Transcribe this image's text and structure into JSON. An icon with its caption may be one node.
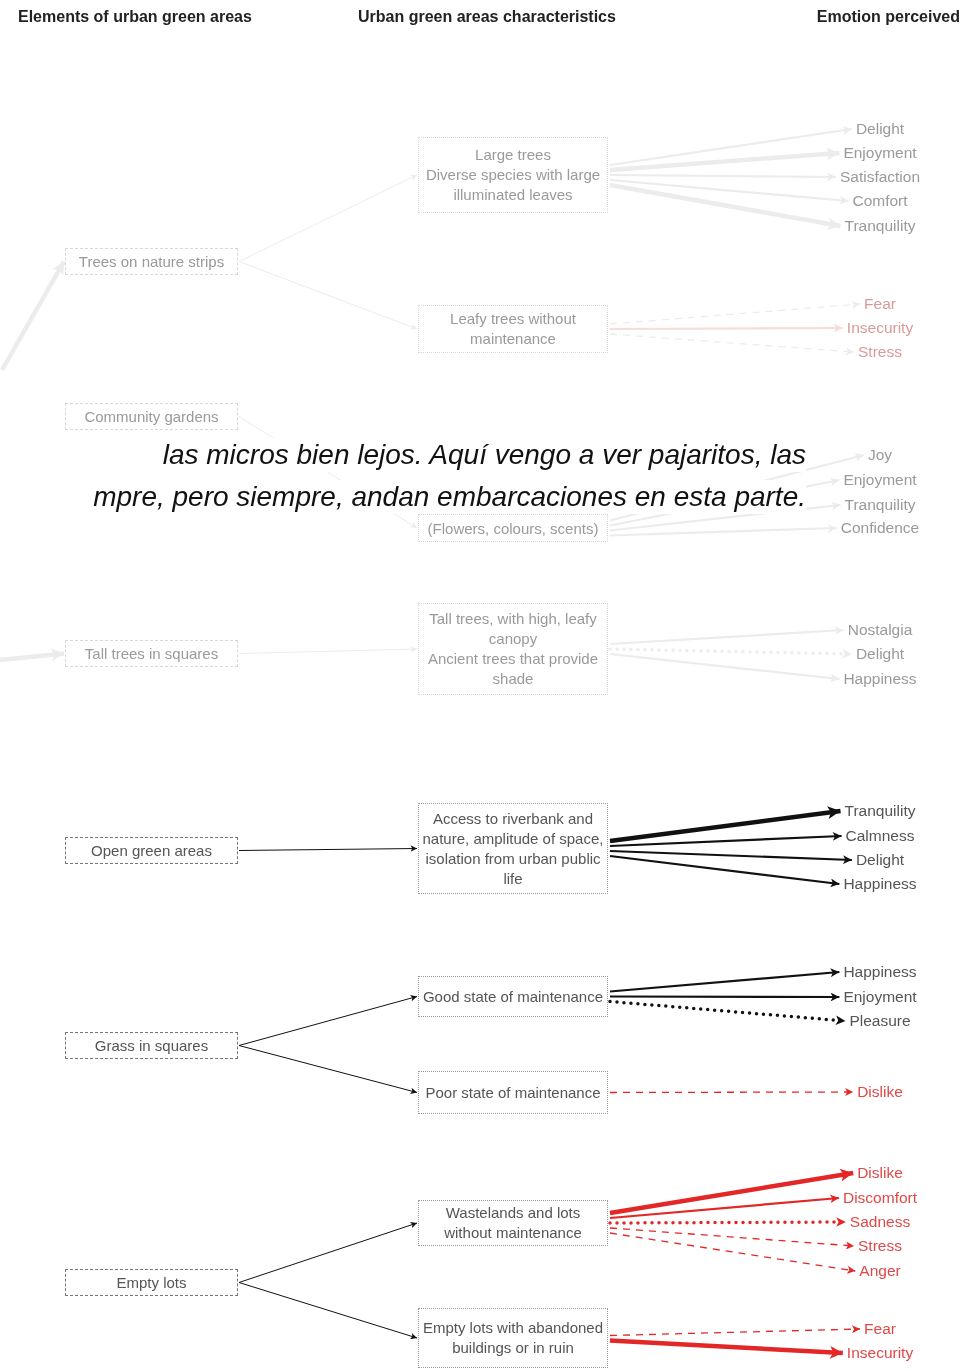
{
  "diagram": {
    "nodes": [
      {
        "text": [
          "Trees on nature strips"
        ]
      },
      {
        "text": [
          "Large trees",
          "Diverse species with large illuminated leaves"
        ]
      },
      {
        "text": [
          "Leafy trees without maintenance"
        ]
      },
      {
        "text": [
          "Delight"
        ]
      },
      {
        "text": [
          "Enjoyment"
        ]
      },
      {
        "text": [
          "Satisfaction"
        ]
      },
      {
        "text": [
          "Comfort"
        ]
      },
      {
        "text": [
          "Tranquility"
        ]
      },
      {
        "text": [
          "Fear"
        ]
      },
      {
        "text": [
          "Insecurity"
        ]
      },
      {
        "text": [
          "Stress"
        ]
      },
      {
        "text": [
          "Community gardens"
        ]
      },
      {
        "text": [
          "(Flowers, colours, scents)"
        ]
      },
      {
        "text": [
          "Joy"
        ]
      },
      {
        "text": [
          "Enjoyment"
        ]
      },
      {
        "text": [
          "Tranquility"
        ]
      },
      {
        "text": [
          "Confidence"
        ]
      },
      {
        "text": [
          "Tall trees in squares"
        ]
      },
      {
        "text": [
          "Tall trees, with high, leafy canopy",
          "Ancient trees that provide shade"
        ]
      },
      {
        "text": [
          "Nostalgia"
        ]
      },
      {
        "text": [
          "Delight"
        ]
      },
      {
        "text": [
          "Happiness"
        ]
      },
      {
        "text": [
          "Open green areas"
        ]
      },
      {
        "text": [
          "Access to riverbank and nature, amplitude of space, isolation from urban public life"
        ]
      },
      {
        "text": [
          "Tranquility"
        ]
      },
      {
        "text": [
          "Calmness"
        ]
      },
      {
        "text": [
          "Delight"
        ]
      },
      {
        "text": [
          "Happiness"
        ]
      },
      {
        "text": [
          "Grass in squares"
        ]
      },
      {
        "text": [
          "Good state of maintenance"
        ]
      },
      {
        "text": [
          "Poor state of maintenance"
        ]
      },
      {
        "text": [
          "Happiness"
        ]
      },
      {
        "text": [
          "Enjoyment"
        ]
      },
      {
        "text": [
          "Pleasure"
        ]
      },
      {
        "text": [
          "Dislike"
        ]
      },
      {
        "text": [
          "Empty lots"
        ]
      },
      {
        "text": [
          "Wastelands and lots without maintenance"
        ]
      },
      {
        "text": [
          "Empty lots with abandoned buildings or in ruin"
        ]
      },
      {
        "text": [
          "Dislike"
        ]
      },
      {
        "text": [
          "Discomfort"
        ]
      },
      {
        "text": [
          "Sadness"
        ]
      },
      {
        "text": [
          "Stress"
        ]
      },
      {
        "text": [
          "Anger"
        ]
      },
      {
        "text": [
          "Fear"
        ]
      },
      {
        "text": [
          "Insecurity"
        ]
      }
    ],
    "edges": [
      {
        "from": null,
        "to": 0,
        "arrow": "to",
        "style": "thick",
        "color": "#ececec"
      },
      {
        "from": 0,
        "to": 1,
        "arrow": "to",
        "color": "#ececec"
      },
      {
        "from": 0,
        "to": 2,
        "arrow": "to",
        "color": "#ececec"
      },
      {
        "from": 1,
        "to": 3,
        "arrow": "to",
        "color": "#ececec"
      },
      {
        "from": 1,
        "to": 4,
        "arrow": "to",
        "style": "thick",
        "color": "#ececec"
      },
      {
        "from": 1,
        "to": 5,
        "arrow": "to",
        "color": "#ececec"
      },
      {
        "from": 1,
        "to": 6,
        "arrow": "to",
        "color": "#ececec"
      },
      {
        "from": 1,
        "to": 7,
        "arrow": "to",
        "style": "thick",
        "color": "#ececec"
      },
      {
        "from": 2,
        "to": 8,
        "arrow": "to",
        "style": "dashed",
        "color": "#ececec"
      },
      {
        "from": 2,
        "to": 9,
        "arrow": "to",
        "color": "#f6dcdc"
      },
      {
        "from": 2,
        "to": 10,
        "arrow": "to",
        "style": "dashed",
        "color": "#ececec"
      },
      {
        "from": 11,
        "to": 12,
        "arrow": "to",
        "color": "#ececec"
      },
      {
        "from": 12,
        "to": 13,
        "arrow": "to",
        "color": "#ececec"
      },
      {
        "from": 12,
        "to": 14,
        "arrow": "to",
        "color": "#ececec"
      },
      {
        "from": 12,
        "to": 15,
        "arrow": "to",
        "color": "#ececec"
      },
      {
        "from": 12,
        "to": 16,
        "arrow": "to",
        "color": "#ececec"
      },
      {
        "from": null,
        "to": 17,
        "arrow": "to",
        "style": "thick",
        "color": "#ececec"
      },
      {
        "from": 17,
        "to": 18,
        "arrow": "to",
        "color": "#ececec"
      },
      {
        "from": 18,
        "to": 19,
        "arrow": "to",
        "color": "#ececec"
      },
      {
        "from": 18,
        "to": 20,
        "arrow": "to",
        "style": "dashed",
        "color": "#ececec"
      },
      {
        "from": 18,
        "to": 21,
        "arrow": "to",
        "color": "#ececec"
      },
      {
        "from": 22,
        "to": 23,
        "arrow": "to",
        "color": "#111111"
      },
      {
        "from": 23,
        "to": 24,
        "arrow": "to",
        "style": "thick",
        "color": "#111111"
      },
      {
        "from": 23,
        "to": 25,
        "arrow": "to",
        "color": "#111111"
      },
      {
        "from": 23,
        "to": 26,
        "arrow": "to",
        "color": "#111111"
      },
      {
        "from": 23,
        "to": 27,
        "arrow": "to",
        "color": "#111111"
      },
      {
        "from": 28,
        "to": 29,
        "arrow": "to",
        "color": "#111111"
      },
      {
        "from": 28,
        "to": 30,
        "arrow": "to",
        "color": "#111111"
      },
      {
        "from": 29,
        "to": 31,
        "arrow": "to",
        "color": "#111111"
      },
      {
        "from": 29,
        "to": 32,
        "arrow": "to",
        "color": "#111111"
      },
      {
        "from": 29,
        "to": 33,
        "arrow": "to",
        "style": "dashed",
        "color": "#111111"
      },
      {
        "from": 30,
        "to": 34,
        "arrow": "to",
        "style": "dashed",
        "color": "#e32626"
      },
      {
        "from": 35,
        "to": 36,
        "arrow": "to",
        "color": "#111111"
      },
      {
        "from": 35,
        "to": 37,
        "arrow": "to",
        "color": "#111111"
      },
      {
        "from": 36,
        "to": 38,
        "arrow": "to",
        "style": "thick",
        "color": "#e32626"
      },
      {
        "from": 36,
        "to": 39,
        "arrow": "to",
        "color": "#e32626"
      },
      {
        "from": 36,
        "to": 40,
        "arrow": "to",
        "style": "dashed",
        "color": "#e32626"
      },
      {
        "from": 36,
        "to": 41,
        "arrow": "to",
        "style": "dashed",
        "color": "#e32626"
      },
      {
        "from": 36,
        "to": 42,
        "arrow": "to",
        "style": "dashed",
        "color": "#e32626"
      },
      {
        "from": 37,
        "to": 43,
        "arrow": "to",
        "style": "dashed",
        "color": "#e32626"
      },
      {
        "from": 37,
        "to": 44,
        "arrow": "to",
        "style": "thick",
        "color": "#e32626"
      }
    ],
    "labels": [
      "Elements of urban green areas",
      "Urban green areas characteristics",
      "Emotion perceived",
      "las micros bien lejos. Aquí vengo a ver pajaritos, las",
      "mpre, pero siempre, andan embarcaciones en esta parte."
    ]
  }
}
